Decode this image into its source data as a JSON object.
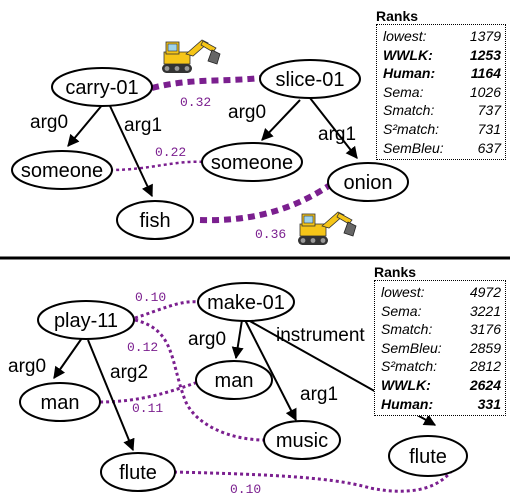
{
  "top": {
    "nodes": {
      "carry": "carry-01",
      "slice": "slice-01",
      "someone_left": "someone",
      "someone_right": "someone",
      "fish": "fish",
      "onion": "onion"
    },
    "edges": {
      "carry_arg0": "arg0",
      "carry_arg1": "arg1",
      "slice_arg0": "arg0",
      "slice_arg1": "arg1"
    },
    "alignments": [
      "0.32",
      "0.22",
      "0.36"
    ],
    "ranks_title": "Ranks",
    "ranks": [
      {
        "name": "lowest:",
        "value": "1379",
        "bold": false
      },
      {
        "name": "WWLK:",
        "value": "1253",
        "bold": true
      },
      {
        "name": "Human:",
        "value": "1164",
        "bold": true
      },
      {
        "name": "Sema:",
        "value": "1026",
        "bold": false
      },
      {
        "name": "Smatch:",
        "value": "737",
        "bold": false
      },
      {
        "name": "S²match:",
        "value": "731",
        "bold": false
      },
      {
        "name": "SemBleu:",
        "value": "637",
        "bold": false
      }
    ]
  },
  "bottom": {
    "nodes": {
      "play": "play-11",
      "make": "make-01",
      "man_left": "man",
      "man_right": "man",
      "music": "music",
      "flute_left": "flute",
      "flute_right": "flute"
    },
    "edges": {
      "play_arg0": "arg0",
      "play_arg2": "arg2",
      "make_arg0": "arg0",
      "make_instrument": "instrument",
      "make_arg1": "arg1"
    },
    "alignments": [
      "0.10",
      "0.12",
      "0.11",
      "0.10"
    ],
    "ranks_title": "Ranks",
    "ranks": [
      {
        "name": "lowest:",
        "value": "4972",
        "bold": false
      },
      {
        "name": "Sema:",
        "value": "3221",
        "bold": false
      },
      {
        "name": "Smatch:",
        "value": "3176",
        "bold": false
      },
      {
        "name": "SemBleu:",
        "value": "2859",
        "bold": false
      },
      {
        "name": "S²match:",
        "value": "2812",
        "bold": false
      },
      {
        "name": "WWLK:",
        "value": "2624",
        "bold": true
      },
      {
        "name": "Human:",
        "value": "331",
        "bold": true
      }
    ]
  },
  "colors": {
    "alignment": "#7b1f8f",
    "excavator_yellow": "#f5c518",
    "stroke": "#000000"
  },
  "icons": [
    "excavator-icon",
    "excavator-icon"
  ]
}
